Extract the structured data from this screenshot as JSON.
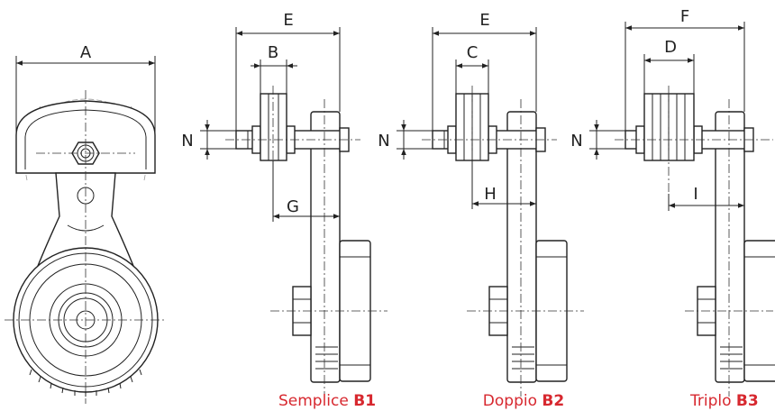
{
  "dimensions": {
    "A": "A",
    "B": "B",
    "C": "C",
    "D": "D",
    "E": "E",
    "F": "F",
    "G": "G",
    "H": "H",
    "I": "I",
    "N": "N"
  },
  "captions": {
    "b1_text": "Semplice ",
    "b1_code": "B1",
    "b2_text": "Doppio ",
    "b2_code": "B2",
    "b3_text": "Triplo ",
    "b3_code": "B3"
  },
  "colors": {
    "line": "#222222",
    "caption": "#d7282f"
  }
}
